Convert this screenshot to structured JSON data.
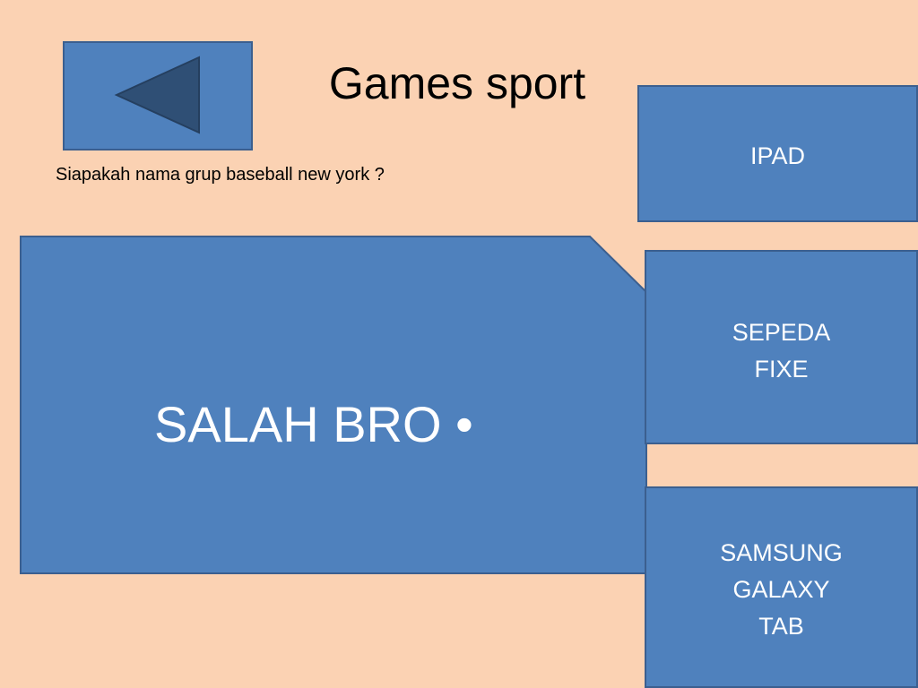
{
  "slide": {
    "title": "Games sport",
    "question": "Siapakah nama grup baseball new york ?",
    "result_text": "SALAH BRO •"
  },
  "answers": [
    {
      "label": "IPAD"
    },
    {
      "label": "SEPEDA\nFIXE"
    },
    {
      "label": "SAMSUNG\nGALAXY\nTAB"
    }
  ],
  "icons": {
    "back": "back-arrow-icon"
  },
  "colors": {
    "background": "#fbd2b3",
    "box_fill": "#4f81bd",
    "box_border": "#3b5f8f",
    "arrow_fill": "#2f4f75"
  }
}
